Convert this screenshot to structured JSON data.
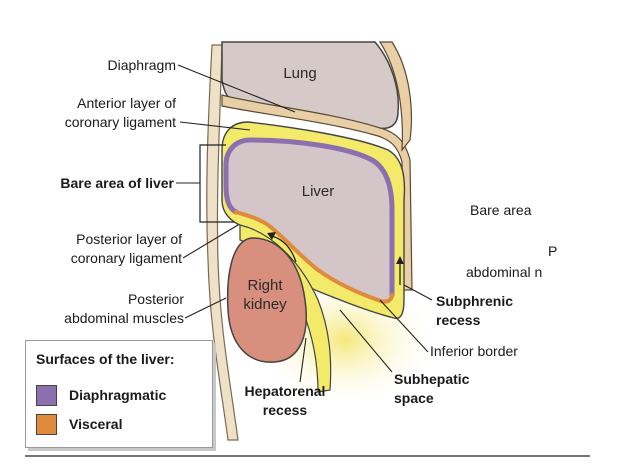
{
  "labels": {
    "diaphragm": "Diaphragm",
    "anterior_1": "Anterior layer of",
    "anterior_2": "coronary ligament",
    "bare_area_of_liver": "Bare area of liver",
    "posterior_1": "Posterior layer of",
    "posterior_2": "coronary ligament",
    "post_muscles_1": "Posterior",
    "post_muscles_2": "abdominal muscles",
    "lung": "Lung",
    "liver": "Liver",
    "kidney_1": "Right",
    "kidney_2": "kidney",
    "bare_area_right": "Bare area",
    "p_right": "P",
    "abdominal_right": "abdominal n",
    "subphrenic_1": "Subphrenic",
    "subphrenic_2": "recess",
    "inferior_border": "Inferior border",
    "subhepatic_1": "Subhepatic",
    "subhepatic_2": "space",
    "hepatorenal_1": "Hepatorenal",
    "hepatorenal_2": "recess"
  },
  "legend": {
    "title": "Surfaces of the liver:",
    "items": [
      {
        "label": "Diaphragmatic",
        "color": "#8b6fae"
      },
      {
        "label": "Visceral",
        "color": "#e08a3c"
      }
    ]
  },
  "colors": {
    "lung": "#d6cac8",
    "liver": "#d3c5c8",
    "kidney": "#d98f7e",
    "peritoneum": "#f3ea6a",
    "subhepatic_glow": "#f6ef9a",
    "diaphragm": "#e8cfa6",
    "diaphragmatic_surface": "#8b6fae",
    "visceral_surface": "#e08a3c"
  }
}
